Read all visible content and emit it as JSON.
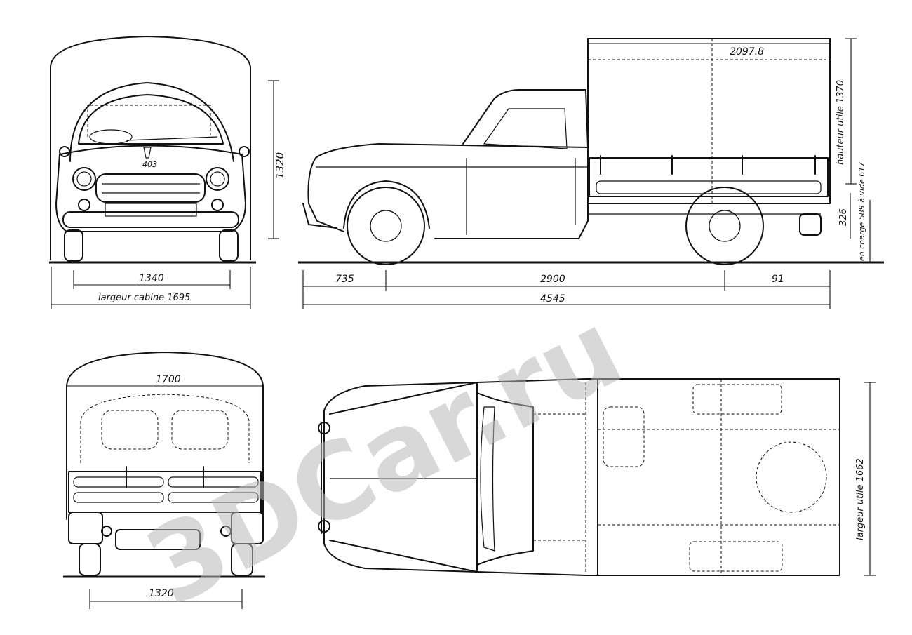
{
  "watermark": "3DCar.ru",
  "front_view": {
    "badge": "403",
    "dim_height": "1320",
    "dim_track": "1340",
    "dim_cab_width": "largeur cabine 1695"
  },
  "side_view": {
    "dim_box_length": "2097.8",
    "dim_useful_height": "hauteur utile 1370",
    "dim_326": "326",
    "dim_load_heights": "en charge 589 à vide 617",
    "dim_front_overhang": "735",
    "dim_wheelbase": "2900",
    "dim_rear_overhang": "91",
    "dim_total_length": "4545"
  },
  "rear_view": {
    "dim_width": "1700",
    "dim_track": "1320"
  },
  "top_view": {
    "dim_useful_width": "largeur utile 1662"
  }
}
